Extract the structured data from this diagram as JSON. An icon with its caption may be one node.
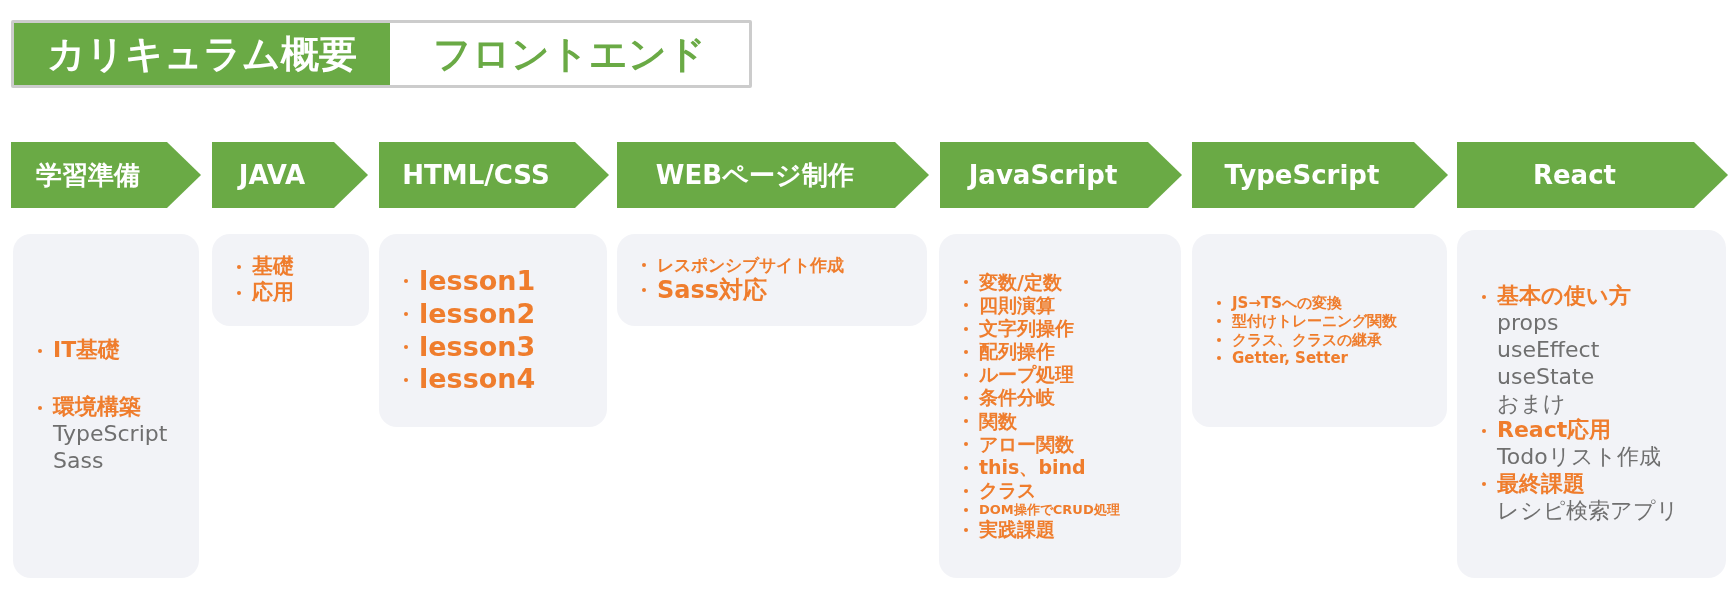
{
  "diagram": {
    "title": "カリキュラム概要",
    "nodes": [
      {
        "text": [
          "学習準備"
        ]
      },
      {
        "text": [
          "JAVA"
        ]
      },
      {
        "text": [
          "HTML/CSS"
        ]
      },
      {
        "text": [
          "WEBページ制作"
        ]
      },
      {
        "text": [
          "JavaScript"
        ]
      },
      {
        "text": [
          "TypeScript"
        ]
      },
      {
        "text": [
          "React"
        ]
      },
      {
        "text": [
          "IT基礎",
          "環境構築",
          "TypeScript",
          "Sass"
        ]
      },
      {
        "text": [
          "基礎",
          "応用"
        ]
      },
      {
        "text": [
          "lesson1",
          "lesson2",
          "lesson3",
          "lesson4"
        ]
      },
      {
        "text": [
          "レスポンシブサイト作成",
          "Sass対応"
        ]
      },
      {
        "text": [
          "変数/定数",
          "四則演算",
          "文字列操作",
          "配列操作",
          "ループ処理",
          "条件分岐",
          "関数",
          "アロー関数",
          "this、bind",
          "クラス",
          "DOM操作でCRUD処理",
          "実践課題"
        ]
      },
      {
        "text": [
          "JS→TSへの変換",
          "型付けトレーニング関数",
          "クラス、クラスの継承",
          "Getter, Setter"
        ]
      },
      {
        "text": [
          "基本の使い方",
          "props",
          "useEffect",
          "useState",
          "おまけ",
          "React応用",
          "Todoリスト作成",
          "最終課題",
          "レシピ検索アプリ"
        ]
      }
    ],
    "edges": [],
    "labels": [
      "フロントエンド"
    ]
  }
}
